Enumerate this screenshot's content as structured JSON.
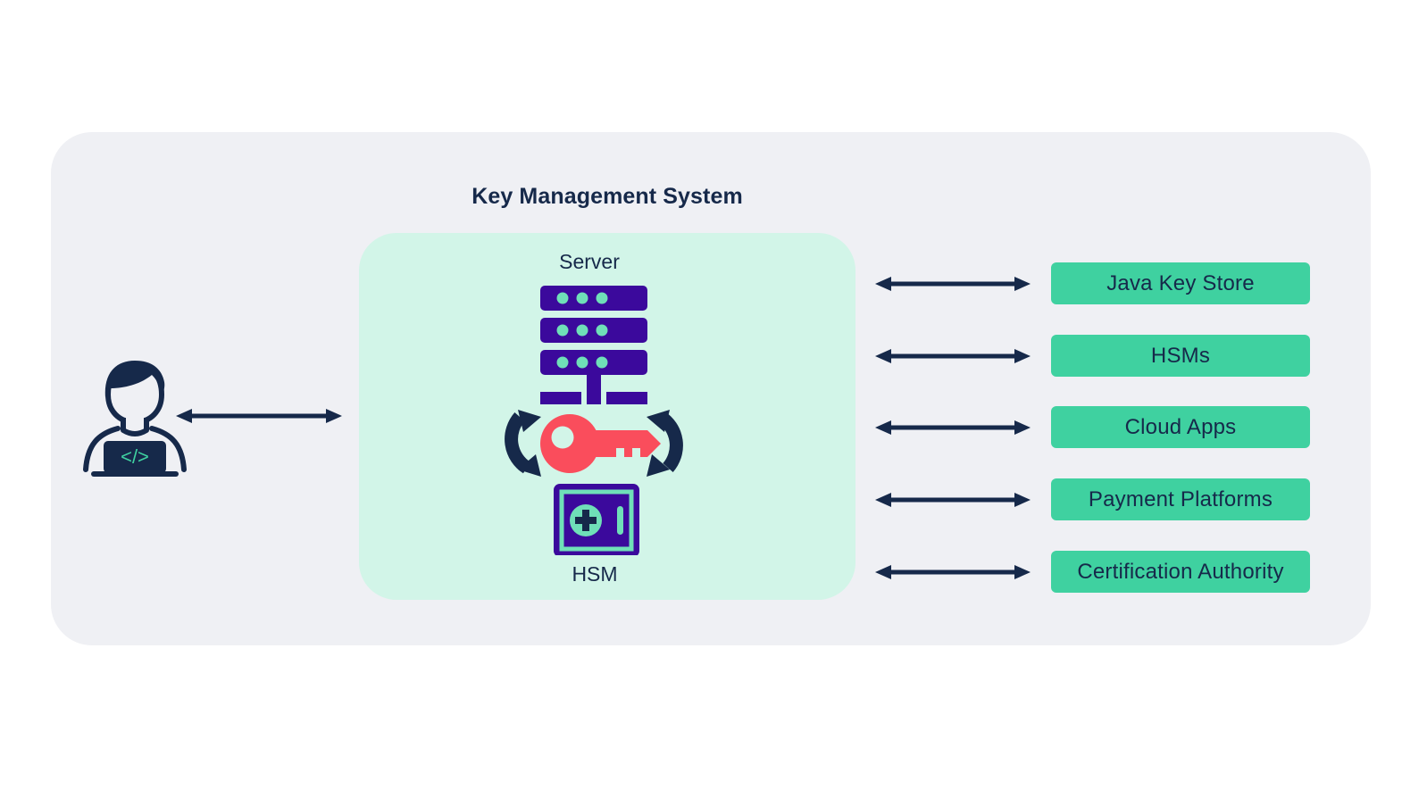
{
  "diagram": {
    "title": "Key Management System",
    "center": {
      "top_label": "Server",
      "bottom_label": "HSM",
      "icons": {
        "server_stack": "server-rack-icon",
        "key_rotation": "key-rotation-icon",
        "vault": "safe-vault-icon",
        "code_symbol": "</>"
      }
    },
    "actor": {
      "name": "developer-at-laptop",
      "code_glyph": "</>"
    },
    "connections": [
      {
        "name": "actor-to-kms",
        "kind": "bidirectional-arrow"
      },
      {
        "name": "kms-to-java-key-store",
        "kind": "bidirectional-arrow"
      },
      {
        "name": "kms-to-hsms",
        "kind": "bidirectional-arrow"
      },
      {
        "name": "kms-to-cloud-apps",
        "kind": "bidirectional-arrow"
      },
      {
        "name": "kms-to-payment-platforms",
        "kind": "bidirectional-arrow"
      },
      {
        "name": "kms-to-certification-authority",
        "kind": "bidirectional-arrow"
      }
    ],
    "integrations": [
      {
        "label": "Java Key Store"
      },
      {
        "label": "HSMs"
      },
      {
        "label": "Cloud Apps"
      },
      {
        "label": "Payment Platforms"
      },
      {
        "label": "Certification Authority"
      }
    ],
    "colors": {
      "page_background": "#ffffff",
      "panel_background": "#eff0f4",
      "inner_panel_background": "#d2f5e8",
      "accent_green": "#3fd1a0",
      "navy": "#16294a",
      "purple": "#3b099c",
      "mint": "#6fdfb8",
      "coral": "#fa4d5c"
    }
  }
}
